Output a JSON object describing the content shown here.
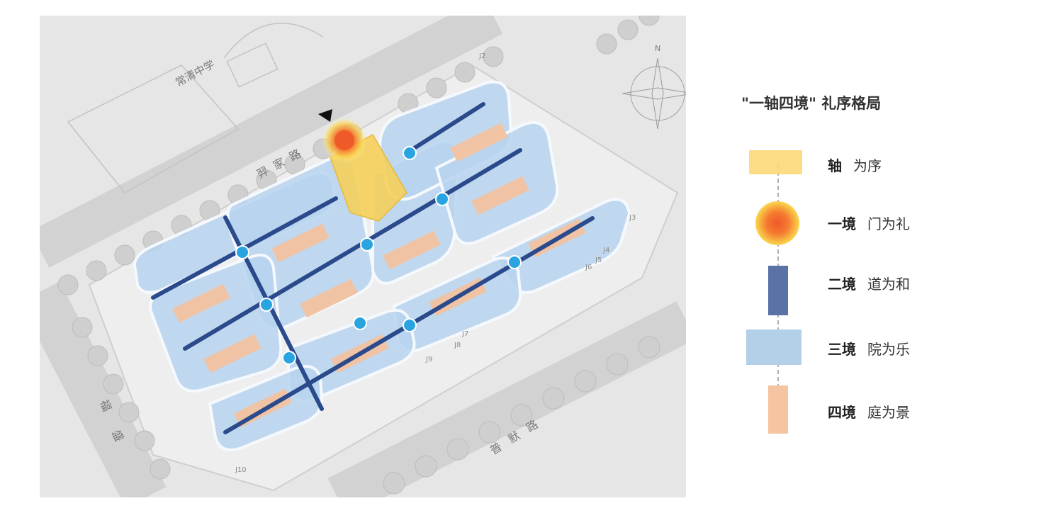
{
  "legend": {
    "title": "\"一轴四境\" 礼序格局",
    "items": [
      {
        "strong": "轴",
        "text": "为序",
        "color": "#fcd878"
      },
      {
        "strong": "一境",
        "text": "门为礼",
        "color": "#f26a3a"
      },
      {
        "strong": "二境",
        "text": "道为和",
        "color": "#5a72a6"
      },
      {
        "strong": "三境",
        "text": "院为乐",
        "color": "#b3d0e8"
      },
      {
        "strong": "四境",
        "text": "庭为景",
        "color": "#f5c4a0"
      }
    ]
  },
  "map": {
    "school_label": "常清中学",
    "road_top": "羿家路",
    "road_left": "福盛",
    "road_bottom": "普默路",
    "north_label": "N",
    "lot_labels": [
      "J2",
      "J3",
      "J4",
      "J5",
      "J6",
      "J7",
      "J8",
      "J9",
      "J10"
    ],
    "colors": {
      "street": "#2b4a8c",
      "courtyard": "#b7d3ee",
      "garden": "#f2c2a0",
      "axis": "#f5cf5a",
      "gate": "#f05a28",
      "node": "#2aa4e0",
      "background": "#e4e4e4"
    }
  }
}
